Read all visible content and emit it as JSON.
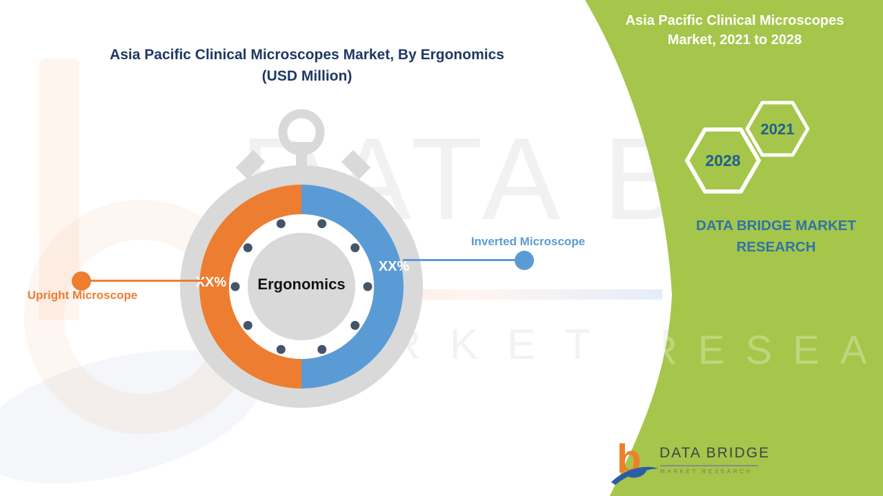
{
  "title": {
    "line1": "Asia Pacific Clinical Microscopes Market, By Ergonomics",
    "line2": "(USD Million)"
  },
  "chart_data": {
    "type": "pie",
    "title": "Asia Pacific Clinical Microscopes Market, By Ergonomics (USD Million)",
    "center_label": "Ergonomics",
    "categories": [
      "Upright Microscope",
      "Inverted Microscope"
    ],
    "values": [
      "XX%",
      "XX%"
    ],
    "approx_share_pct": [
      50,
      50
    ],
    "colors": [
      "#ED7D31",
      "#5B9BD5"
    ],
    "legend_position": "callouts",
    "style": "stopwatch-donut"
  },
  "side_panel": {
    "background_color": "#A5C64A",
    "title_line1": "Asia Pacific Clinical Microscopes",
    "title_line2": "Market, 2021 to 2028",
    "hexagon_years": [
      "2028",
      "2021"
    ],
    "brand_line1": "DATA BRIDGE MARKET",
    "brand_line2": "RESEARCH"
  },
  "footer_logo": {
    "mark_letter": "b",
    "brand": "DATA BRIDGE",
    "tagline": "MARKET RESEARCH"
  },
  "watermark": {
    "brand": "DATA BRIDGE",
    "tagline": "MARKET RESEARCH"
  },
  "palette": {
    "orange": "#ED7D31",
    "blue": "#5B9BD5",
    "green": "#A5C64A",
    "gray": "#D9D9D9",
    "dot_navy": "#44546A",
    "title_navy": "#1F3864",
    "hexagon_text": "#20608C",
    "dbmr_text": "#2E74A6"
  }
}
